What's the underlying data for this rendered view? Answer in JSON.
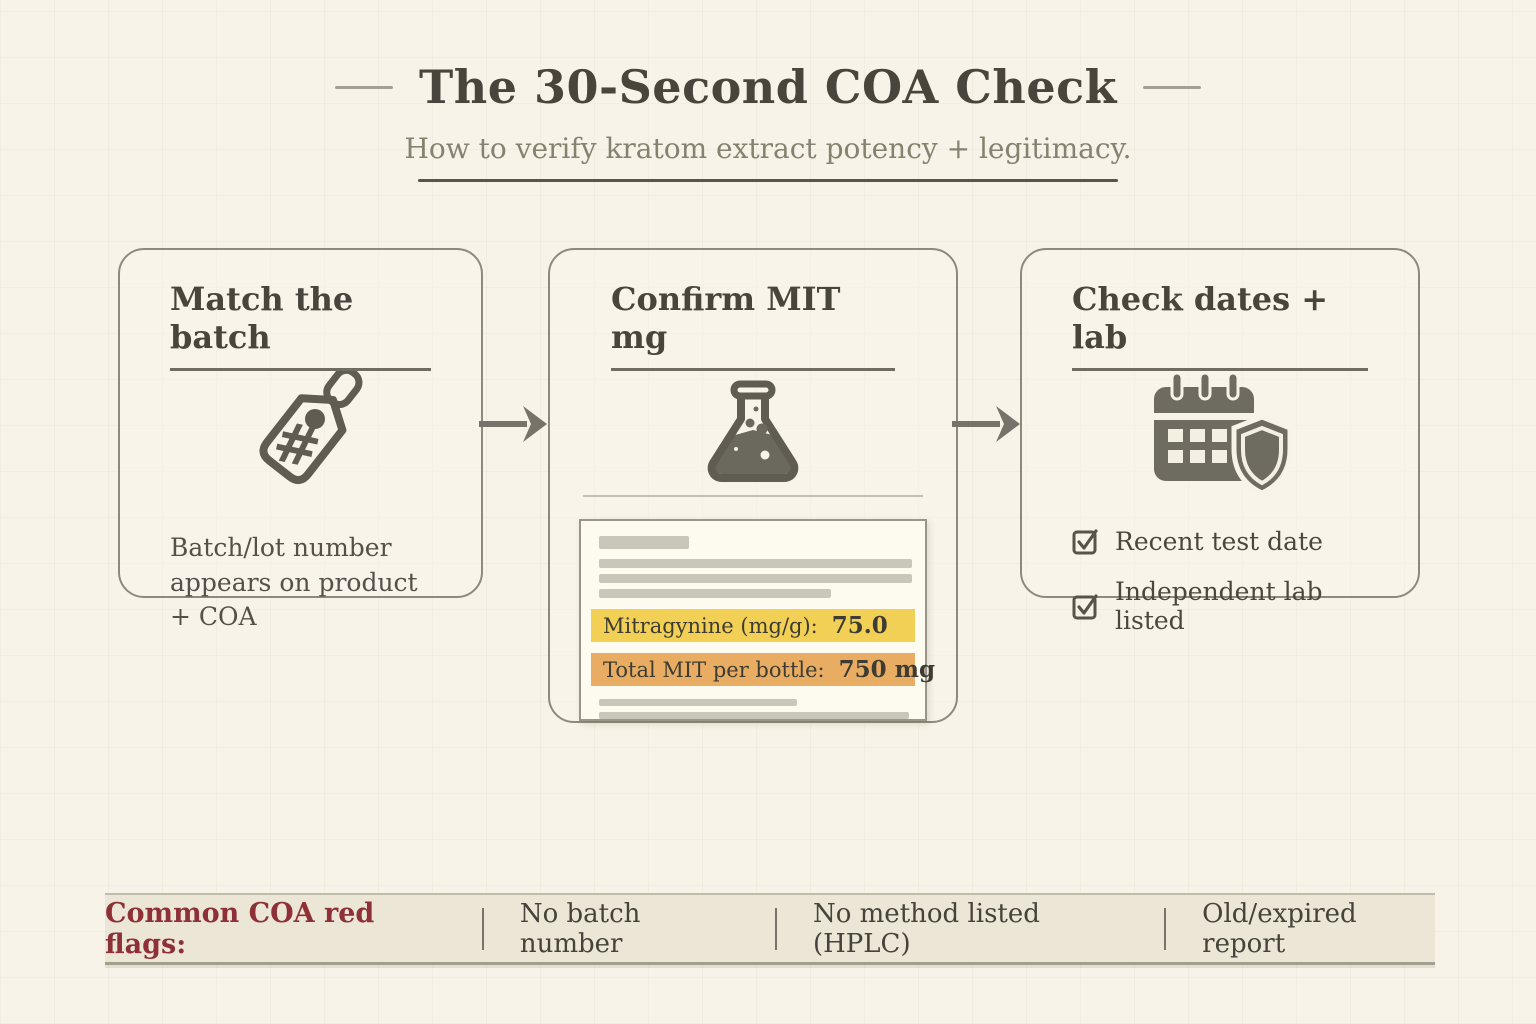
{
  "header": {
    "title": "The 30-Second COA Check",
    "subtitle": "How to verify kratom extract potency + legitimacy."
  },
  "steps": [
    {
      "title": "Match the batch",
      "icon": "price-tag-hash-icon",
      "description": "Batch/lot number appears on product + COA"
    },
    {
      "title": "Confirm MIT mg",
      "icon": "lab-flask-icon",
      "coa_document": {
        "highlight_rows": [
          {
            "label": "Mitragynine (mg/g):",
            "value": "75.0",
            "highlight_color": "#f2cf55"
          },
          {
            "label": "Total MIT per bottle:",
            "value": "750 mg",
            "highlight_color": "#e8ad63"
          }
        ]
      }
    },
    {
      "title": "Check dates + lab",
      "icon": "calendar-shield-icon",
      "checklist": [
        {
          "label": "Recent test date",
          "checked": true
        },
        {
          "label": "Independent lab listed",
          "checked": true
        }
      ]
    }
  ],
  "red_flags_bar": {
    "label": "Common COA red flags:",
    "items": [
      "No batch number",
      "No method listed (HPLC)",
      "Old/expired report"
    ]
  },
  "colors": {
    "background": "#f7f3e8",
    "ink": "#4a483e",
    "muted_text": "#85826f",
    "icon_gray": "#5f5d52",
    "card_border": "#8d8a7c",
    "highlight_yellow": "#f2cf55",
    "highlight_orange": "#e8ad63",
    "red_flag_red": "#8e3038",
    "bar_background": "#ebe6d5"
  }
}
